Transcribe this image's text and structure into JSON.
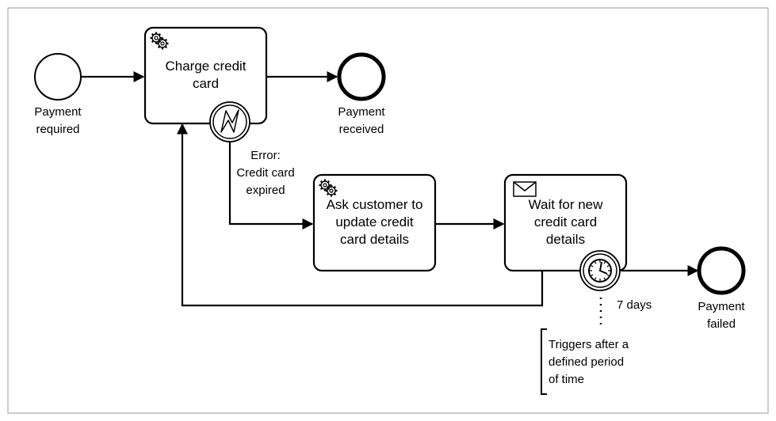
{
  "events": {
    "start": {
      "label": "Payment\nrequired"
    },
    "end_received": {
      "label": "Payment\nreceived"
    },
    "end_failed": {
      "label": "Payment\nfailed"
    },
    "error_boundary": {
      "label": "Error:\nCredit card\nexpired"
    },
    "timer_boundary": {
      "label": "7 days"
    }
  },
  "tasks": {
    "charge": {
      "label": "Charge credit\ncard",
      "icon": "gear-icon"
    },
    "ask": {
      "label": "Ask customer to\nupdate credit\ncard details",
      "icon": "gear-icon"
    },
    "wait": {
      "label": "Wait for new\ncredit card\ndetails",
      "icon": "envelope-icon"
    }
  },
  "annotation": {
    "text": "Triggers after a\ndefined period\nof time"
  }
}
